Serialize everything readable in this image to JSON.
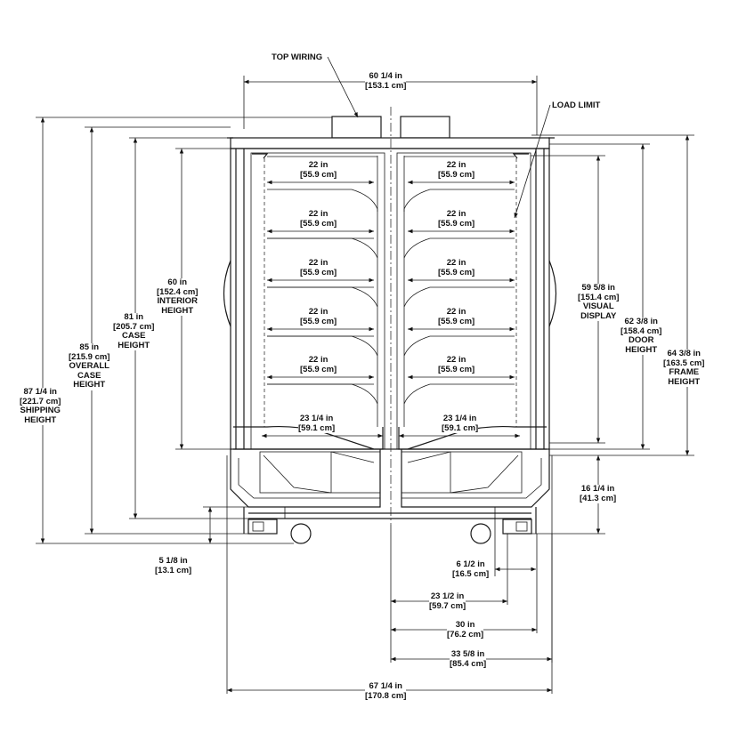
{
  "callouts": {
    "top_wiring": "TOP WIRING",
    "load_limit": "LOAD LIMIT"
  },
  "dimensions": {
    "overall_width_top": {
      "imperial": "60 1/4 in",
      "metric": "[153.1 cm]"
    },
    "shelf_width": {
      "imperial": "22 in",
      "metric": "[55.9 cm]"
    },
    "bottom_shelf_width": {
      "imperial": "23 1/4 in",
      "metric": "[59.1 cm]"
    },
    "interior_height": {
      "imperial": "60 in",
      "metric": "[152.4 cm]",
      "line1": "INTERIOR",
      "line2": "HEIGHT"
    },
    "case_height": {
      "imperial": "81 in",
      "metric": "[205.7 cm]",
      "line1": "CASE",
      "line2": "HEIGHT"
    },
    "overall_case_height": {
      "imperial": "85 in",
      "metric": "[215.9 cm]",
      "line1": "OVERALL",
      "line2": "CASE",
      "line3": "HEIGHT"
    },
    "shipping_height": {
      "imperial": "87 1/4 in",
      "metric": "[221.7 cm]",
      "line1": "SHIPPING",
      "line2": "HEIGHT"
    },
    "visual_display": {
      "imperial": "59 5/8 in",
      "metric": "[151.4 cm]",
      "line1": "VISUAL",
      "line2": "DISPLAY"
    },
    "door_height": {
      "imperial": "62 3/8 in",
      "metric": "[158.4 cm]",
      "line1": "DOOR",
      "line2": "HEIGHT"
    },
    "frame_height": {
      "imperial": "64 3/8 in",
      "metric": "[163.5 cm]",
      "line1": "FRAME",
      "line2": "HEIGHT"
    },
    "base_height": {
      "imperial": "16 1/4 in",
      "metric": "[41.3 cm]"
    },
    "caster_offset": {
      "imperial": "5 1/8 in",
      "metric": "[13.1 cm]"
    },
    "side_offset": {
      "imperial": "6 1/2 in",
      "metric": "[16.5 cm]"
    },
    "depth_23": {
      "imperial": "23 1/2 in",
      "metric": "[59.7 cm]"
    },
    "depth_30": {
      "imperial": "30 in",
      "metric": "[76.2 cm]"
    },
    "depth_33": {
      "imperial": "33 5/8 in",
      "metric": "[85.4 cm]"
    },
    "overall_width_bottom": {
      "imperial": "67 1/4 in",
      "metric": "[170.8 cm]"
    }
  }
}
